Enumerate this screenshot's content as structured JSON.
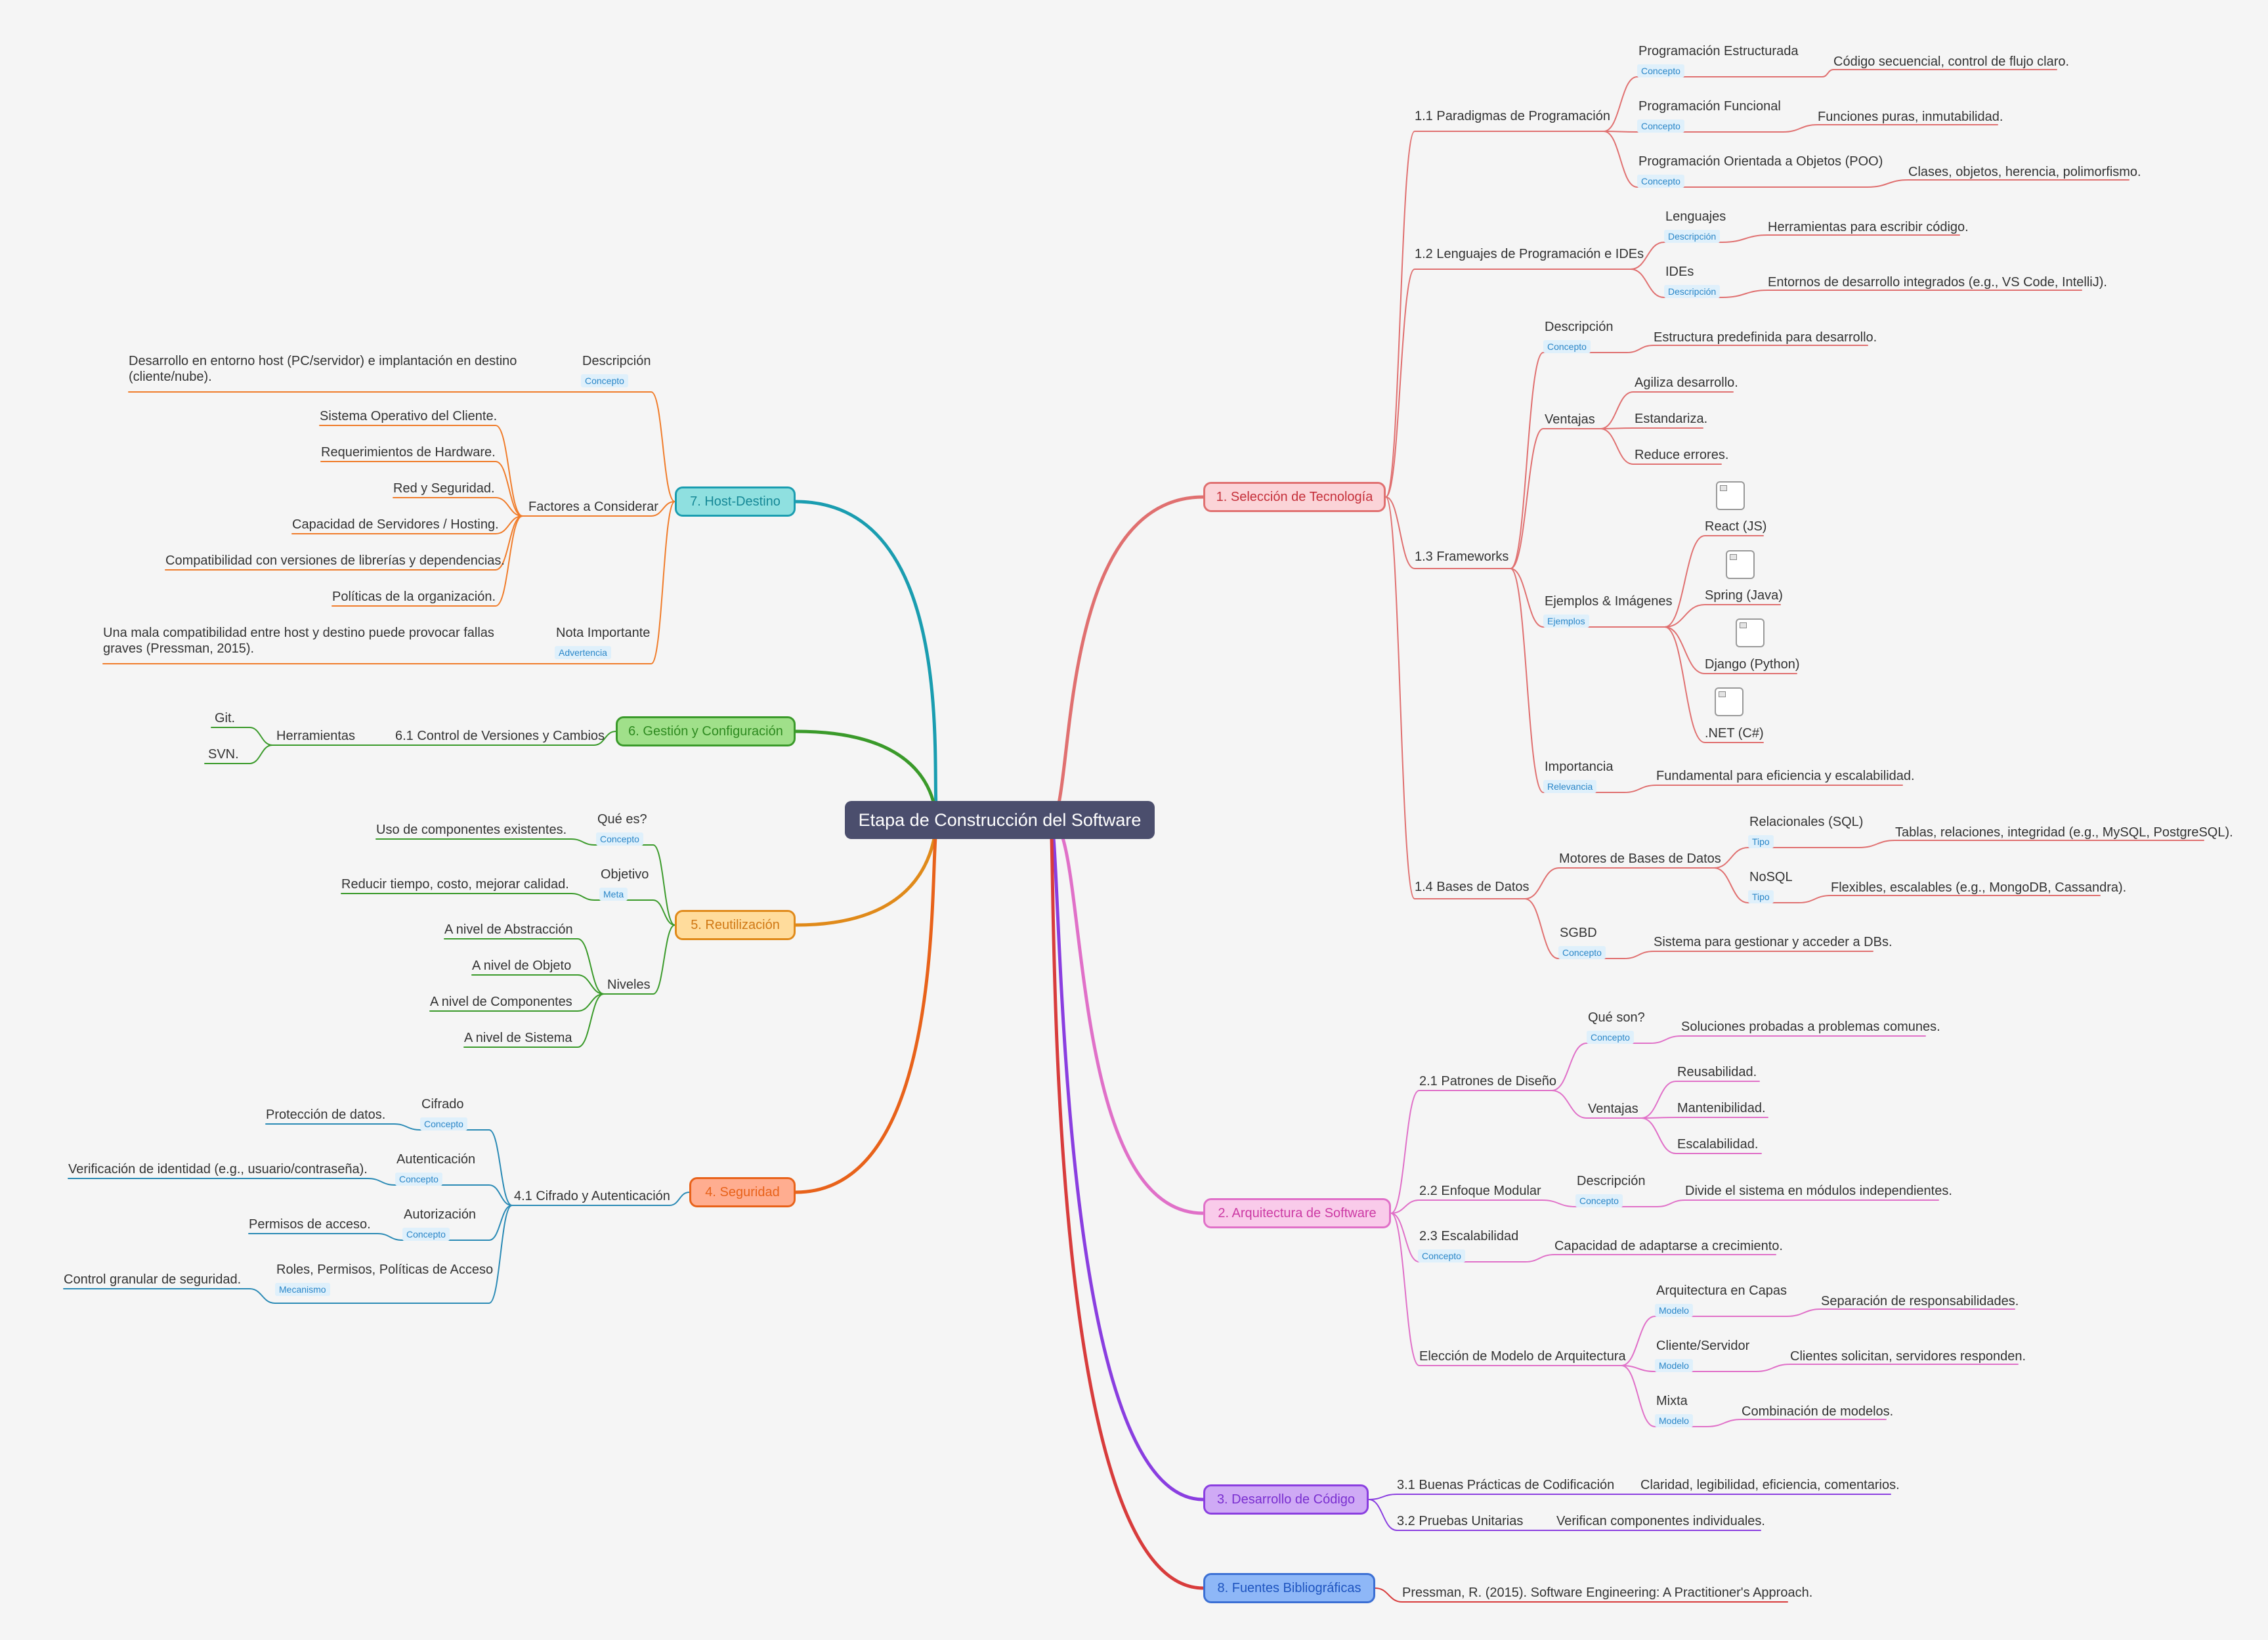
{
  "root": "Etapa de Construcción del Software",
  "colors": {
    "background": "#f5f5f5",
    "root": "#4b4e6d",
    "seleccion": "#e07070",
    "arquitectura": "#e070c8",
    "desarrollo": "#8a3ee0",
    "fuentes": "#d83c3c",
    "host": "#1a9db0",
    "gestion": "#3a9a2a",
    "reutilizacion": "#e08a1a",
    "seguridad": "#e8621a"
  },
  "branches": {
    "seleccion": {
      "label": "1. Selección de Tecnología",
      "paradigmas": {
        "label": "1.1 Paradigmas de Programación",
        "estructurada": "Programación Estructurada",
        "estructurada_tag": "Concepto",
        "estructurada_desc": "Código secuencial, control de flujo claro.",
        "funcional": "Programación Funcional",
        "funcional_tag": "Concepto",
        "funcional_desc": "Funciones puras, inmutabilidad.",
        "poo": "Programación Orientada a Objetos (POO)",
        "poo_tag": "Concepto",
        "poo_desc": "Clases, objetos, herencia, polimorfismo."
      },
      "lenguajes": {
        "label": "1.2 Lenguajes de Programación e IDEs",
        "lenguajes": "Lenguajes",
        "lenguajes_tag": "Descripción",
        "lenguajes_desc": "Herramientas para escribir código.",
        "ides": "IDEs",
        "ides_tag": "Descripción",
        "ides_desc": "Entornos de desarrollo integrados (e.g., VS Code, IntelliJ)."
      },
      "frameworks": {
        "label": "1.3 Frameworks",
        "descripcion": "Descripción",
        "descripcion_tag": "Concepto",
        "descripcion_desc": "Estructura predefinida para desarrollo.",
        "ventajas": "Ventajas",
        "ventaja1": "Agiliza desarrollo.",
        "ventaja2": "Estandariza.",
        "ventaja3": "Reduce errores.",
        "ejemplos": "Ejemplos & Imágenes",
        "ejemplos_tag": "Ejemplos",
        "react": "React (JS)",
        "spring": "Spring (Java)",
        "django": "Django (Python)",
        "net": ".NET (C#)",
        "importancia": "Importancia",
        "importancia_tag": "Relevancia",
        "importancia_desc": "Fundamental para eficiencia y escalabilidad."
      },
      "bases": {
        "label": "1.4 Bases de Datos",
        "motores": "Motores de Bases de Datos",
        "relacionales": "Relacionales (SQL)",
        "relacionales_tag": "Tipo",
        "relacionales_desc": "Tablas, relaciones, integridad (e.g., MySQL, PostgreSQL).",
        "nosql": "NoSQL",
        "nosql_tag": "Tipo",
        "nosql_desc": "Flexibles, escalables (e.g., MongoDB, Cassandra).",
        "sgbd": "SGBD",
        "sgbd_tag": "Concepto",
        "sgbd_desc": "Sistema para gestionar y acceder a DBs."
      }
    },
    "arquitectura": {
      "label": "2. Arquitectura de Software",
      "patrones": {
        "label": "2.1 Patrones de Diseño",
        "que": "Qué son?",
        "que_tag": "Concepto",
        "que_desc": "Soluciones probadas a problemas comunes.",
        "ventajas": "Ventajas",
        "v1": "Reusabilidad.",
        "v2": "Mantenibilidad.",
        "v3": "Escalabilidad."
      },
      "modular": {
        "label": "2.2 Enfoque Modular",
        "desc": "Descripción",
        "desc_tag": "Concepto",
        "desc_text": "Divide el sistema en módulos independientes."
      },
      "escalabilidad": {
        "label": "2.3 Escalabilidad",
        "tag": "Concepto",
        "desc": "Capacidad de adaptarse a crecimiento."
      },
      "eleccion": {
        "label": "Elección de Modelo de Arquitectura",
        "capas": "Arquitectura en Capas",
        "capas_tag": "Modelo",
        "capas_desc": "Separación de responsabilidades.",
        "cliente": "Cliente/Servidor",
        "cliente_tag": "Modelo",
        "cliente_desc": "Clientes solicitan, servidores responden.",
        "mixta": "Mixta",
        "mixta_tag": "Modelo",
        "mixta_desc": "Combinación de modelos."
      }
    },
    "desarrollo": {
      "label": "3. Desarrollo de Código",
      "practicas": "3.1 Buenas Prácticas de Codificación",
      "practicas_desc": "Claridad, legibilidad, eficiencia, comentarios.",
      "pruebas": "3.2 Pruebas Unitarias",
      "pruebas_desc": "Verifican componentes individuales."
    },
    "fuentes": {
      "label": "8. Fuentes Bibliográficas",
      "ref": "Pressman, R. (2015). Software Engineering: A Practitioner's Approach."
    },
    "host": {
      "label": "7. Host-Destino",
      "descripcion": "Descripción",
      "descripcion_tag": "Concepto",
      "descripcion_desc": "Desarrollo en entorno host (PC/servidor) e implantación en destino (cliente/nube).",
      "factores": "Factores a Considerar",
      "f1": "Sistema Operativo del Cliente.",
      "f2": "Requerimientos de Hardware.",
      "f3": "Red y Seguridad.",
      "f4": "Capacidad de Servidores / Hosting.",
      "f5": "Compatibilidad con versiones de librerías y dependencias.",
      "f6": "Políticas de la organización.",
      "nota": "Nota Importante",
      "nota_tag": "Advertencia",
      "nota_desc": "Una mala compatibilidad entre host y destino puede provocar fallas graves (Pressman, 2015)."
    },
    "gestion": {
      "label": "6. Gestión y Configuración",
      "control": "6.1 Control de Versiones y Cambios",
      "herramientas": "Herramientas",
      "git": "Git.",
      "svn": "SVN."
    },
    "reutilizacion": {
      "label": "5. Reutilización",
      "que": "Qué es?",
      "que_tag": "Concepto",
      "que_desc": "Uso de componentes existentes.",
      "objetivo": "Objetivo",
      "objetivo_tag": "Meta",
      "objetivo_desc": "Reducir tiempo, costo, mejorar calidad.",
      "niveles": "Niveles",
      "n1": "A nivel de Abstracción",
      "n2": "A nivel de Objeto",
      "n3": "A nivel de Componentes",
      "n4": "A nivel de Sistema"
    },
    "seguridad": {
      "label": "4. Seguridad",
      "cifrado_auth": "4.1 Cifrado y Autenticación",
      "cifrado": "Cifrado",
      "cifrado_tag": "Concepto",
      "cifrado_desc": "Protección de datos.",
      "autenticacion": "Autenticación",
      "autenticacion_tag": "Concepto",
      "autenticacion_desc": "Verificación de identidad (e.g., usuario/contraseña).",
      "autorizacion": "Autorización",
      "autorizacion_tag": "Concepto",
      "autorizacion_desc": "Permisos de acceso.",
      "roles": "Roles, Permisos, Políticas de Acceso",
      "roles_tag": "Mecanismo",
      "roles_desc": "Control granular de seguridad."
    }
  }
}
